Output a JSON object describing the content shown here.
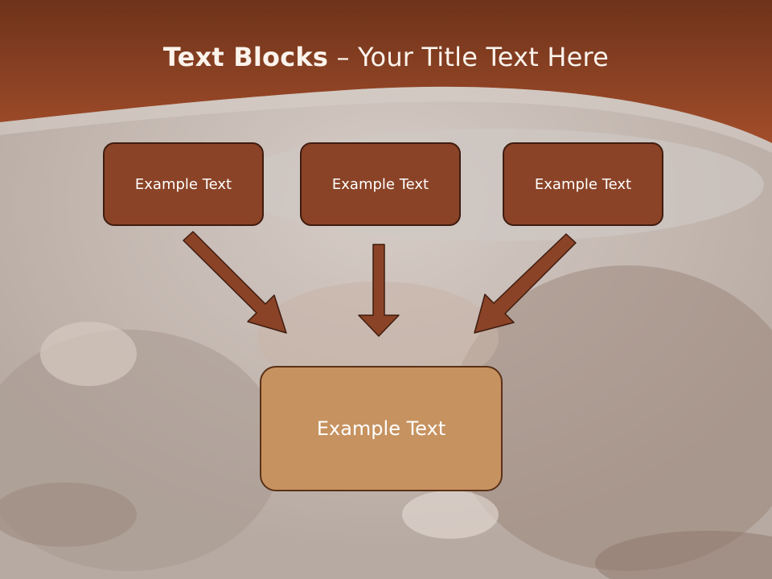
{
  "title": {
    "bold": "Text Blocks",
    "rest": " – Your Title Text Here"
  },
  "top_boxes": [
    {
      "label": "Example Text"
    },
    {
      "label": "Example Text"
    },
    {
      "label": "Example Text"
    }
  ],
  "bottom_box": {
    "label": "Example Text"
  },
  "colors": {
    "header": "#7a3a1f",
    "box_fill": "#8a4327",
    "box_border": "#3f1c0f",
    "bottom_fill": "#c6925f",
    "arrow": "#8a4327"
  }
}
